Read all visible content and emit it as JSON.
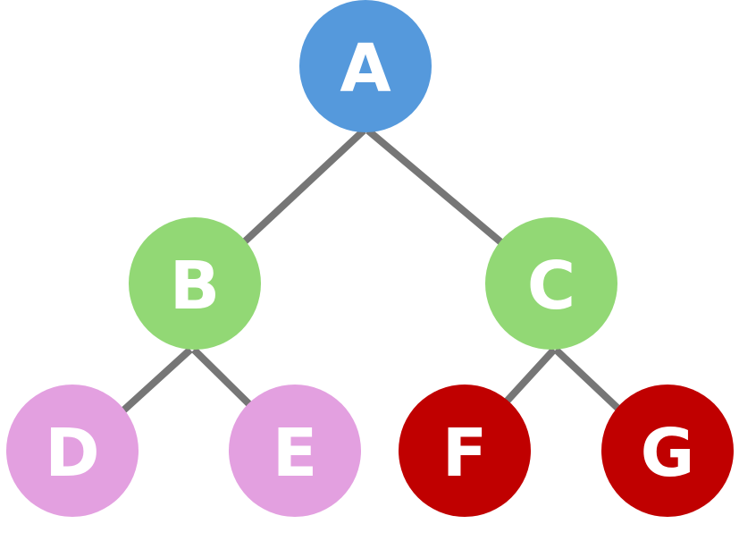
{
  "tree": {
    "nodes": [
      {
        "id": "A",
        "label": "A",
        "color": "#5599dc",
        "level": 0
      },
      {
        "id": "B",
        "label": "B",
        "color": "#92d875",
        "level": 1
      },
      {
        "id": "C",
        "label": "C",
        "color": "#92d875",
        "level": 1
      },
      {
        "id": "D",
        "label": "D",
        "color": "#e3a0e0",
        "level": 2
      },
      {
        "id": "E",
        "label": "E",
        "color": "#e3a0e0",
        "level": 2
      },
      {
        "id": "F",
        "label": "F",
        "color": "#c00000",
        "level": 2
      },
      {
        "id": "G",
        "label": "G",
        "color": "#c00000",
        "level": 2
      }
    ],
    "edges": [
      {
        "from": "A",
        "to": "B"
      },
      {
        "from": "A",
        "to": "C"
      },
      {
        "from": "B",
        "to": "D"
      },
      {
        "from": "B",
        "to": "E"
      },
      {
        "from": "C",
        "to": "F"
      },
      {
        "from": "C",
        "to": "G"
      }
    ],
    "edge_color": "#767676"
  }
}
